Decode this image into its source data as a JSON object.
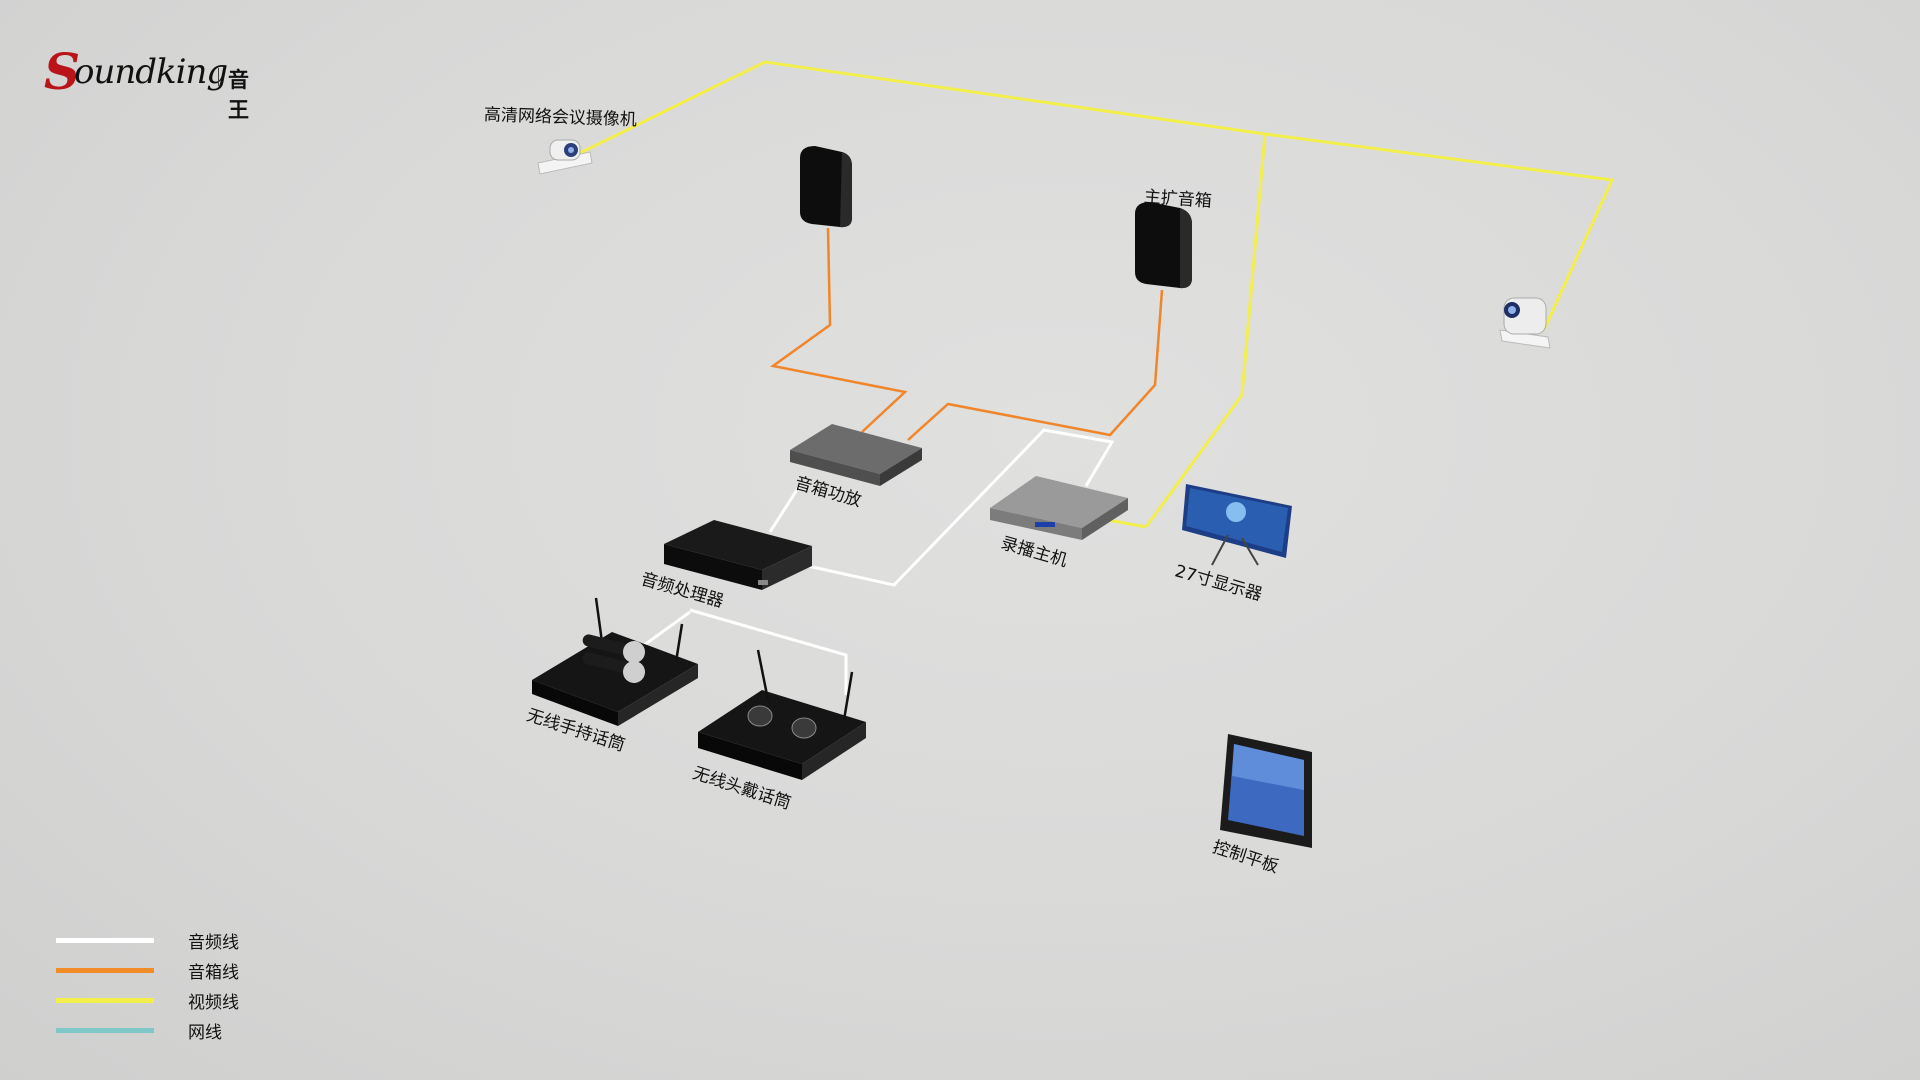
{
  "logo": {
    "brand": "oundking",
    "brand_initial": "S",
    "chinese_name": "音王"
  },
  "labels": {
    "camera_left": "高清网络会议摄像机",
    "main_speaker": "主扩音箱",
    "amplifier": "音箱功放",
    "audio_processor": "音频处理器",
    "recorder": "录播主机",
    "display": "27寸显示器",
    "handheld_mic": "无线手持话筒",
    "headset_mic": "无线头戴话筒",
    "tablet": "控制平板"
  },
  "legend": [
    {
      "label": "音频线",
      "color": "#ffffff"
    },
    {
      "label": "音箱线",
      "color": "#f28c28"
    },
    {
      "label": "视频线",
      "color": "#f3ef4a"
    },
    {
      "label": "网线",
      "color": "#7ec8c8"
    }
  ],
  "colors": {
    "audio": "#ffffff",
    "speaker": "#f0852a",
    "video": "#f3ef4a",
    "network": "#7ec8c8",
    "brand": "#b8141a"
  }
}
